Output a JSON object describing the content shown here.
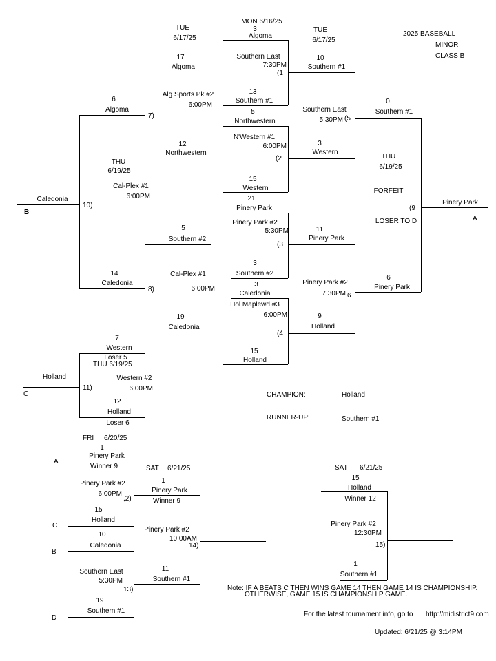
{
  "header": {
    "title_line1": "2025 BASEBALL",
    "title_line2": "MINOR",
    "title_line3": "CLASS B",
    "date_mon": "MON    6/16/25",
    "date_tue_left_day": "TUE",
    "date_tue_left_date": "6/17/25",
    "date_tue_right_day": "TUE",
    "date_tue_right_date": "6/17/25"
  },
  "games": {
    "g1": {
      "num": "(1",
      "venue": "Southern East",
      "time": "7:30PM",
      "team1_seed": "3",
      "team1_name": "Algoma",
      "team2_seed": "13",
      "team2_name": "Southern #1"
    },
    "g2": {
      "num": "(2",
      "venue": "N'Western #1",
      "time": "6:00PM",
      "team1_seed": "5",
      "team1_name": "Northwestern",
      "team2_seed": "15",
      "team2_name": "Western"
    },
    "g3": {
      "num": "(3",
      "venue": "Pinery Park #2",
      "time": "5:30PM",
      "team1_seed": "21",
      "team1_name": "Pinery Park",
      "team2_seed": "3",
      "team2_name": "Southern #2"
    },
    "g4": {
      "num": "(4",
      "venue": "Hol Maplewd #3",
      "time": "6:00PM",
      "team1_seed": "3",
      "team1_name": "Caledonia",
      "team2_seed": "15",
      "team2_name": "Holland"
    },
    "g5": {
      "num": "(5",
      "venue": "Southern East",
      "time": "5:30PM",
      "team1_seed": "10",
      "team1_name": "Southern #1",
      "team2_seed": "3",
      "team2_name": "Western"
    },
    "g6": {
      "num": "6",
      "venue": "Pinery Park #2",
      "time": "7:30PM",
      "team1_seed": "11",
      "team1_name": "Pinery Park",
      "team2_seed": "9",
      "team2_name": "Holland"
    },
    "g7": {
      "num": "7)",
      "venue": "Alg Sports Pk #2",
      "time": "6:00PM",
      "team1_seed": "17",
      "team1_name": "Algoma",
      "team2_seed": "12",
      "team2_name": "Northwestern"
    },
    "g8": {
      "num": "8)",
      "venue": "Cal-Plex #1",
      "time": "6:00PM",
      "team1_seed": "5",
      "team1_name": "Southern #2",
      "team2_seed": "19",
      "team2_name": "Caledonia"
    },
    "g9": {
      "num": "(9",
      "day": "THU",
      "date": "6/19/25",
      "note1": "FORFEIT",
      "note2": "LOSER TO D",
      "team1_seed": "0",
      "team1_name": "Southern #1",
      "team2_seed": "6",
      "team2_name": "Pinery Park",
      "winner": "Pinery Park",
      "winner_tag": "A"
    },
    "g10": {
      "num": "10)",
      "day": "THU",
      "date": "6/19/25",
      "venue": "Cal-Plex #1",
      "time": "6:00PM",
      "team1_seed": "6",
      "team1_name": "Algoma",
      "team2_seed": "14",
      "team2_name": "Caledonia",
      "winner": "Caledonia",
      "winner_tag": "B"
    },
    "g11": {
      "num": "11)",
      "day": "THU    6/19/25",
      "venue": "Western #2",
      "time": "6:00PM",
      "team1_seed": "7",
      "team1_name": "Western",
      "team1_src": "Loser 5",
      "team2_seed": "12",
      "team2_name": "Holland",
      "team2_src": "Loser 6",
      "winner": "Holland",
      "winner_tag": "C"
    },
    "g12": {
      "num": ",2)",
      "day": "FRI",
      "date": "6/20/25",
      "venue": "Pinery Park #2",
      "time": "6:00PM",
      "team1_tag": "A",
      "team1_seed": "1",
      "team1_name": "Pinery Park",
      "team1_src": "Winner 9",
      "team2_tag": "C",
      "team2_seed": "15",
      "team2_name": "Holland"
    },
    "g13": {
      "num": "13)",
      "venue": "Southern East",
      "time": "5:30PM",
      "team1_tag": "B",
      "team1_seed": "10",
      "team1_name": "Caledonia",
      "team2_tag": "D",
      "team2_seed": "19",
      "team2_name": "Southern #1"
    },
    "g14": {
      "num": "14)",
      "day": "SAT",
      "date": "6/21/25",
      "venue": "Pinery Park #2",
      "time": "10:00AM",
      "team1_seed": "1",
      "team1_name": "Pinery Park",
      "team1_src": "Winner 9",
      "team2_seed": "11",
      "team2_name": "Southern #1"
    },
    "g15": {
      "num": "15)",
      "day": "SAT",
      "date": "6/21/25",
      "venue": "Pinery Park #2",
      "time": "12:30PM",
      "team1_seed": "15",
      "team1_name": "Holland",
      "team1_src": "Winner 12",
      "team2_seed": "1",
      "team2_name": "Southern #1"
    }
  },
  "results": {
    "champion_label": "CHAMPION:",
    "champion": "Holland",
    "runnerup_label": "RUNNER-UP:",
    "runnerup": "Southern #1"
  },
  "footer": {
    "note_line1": "Note: IF A BEATS C THEN WINS GAME 14 THEN GAME 14 IS CHAMPIONSHIP.",
    "note_line2": "OTHERWISE, GAME 15 IS CHAMPIONSHIP GAME.",
    "info_text": "For the latest tournament info, go to",
    "info_link": "http://midistrict9.com",
    "updated": "Updated:  6/21/25 @  3:14PM"
  }
}
